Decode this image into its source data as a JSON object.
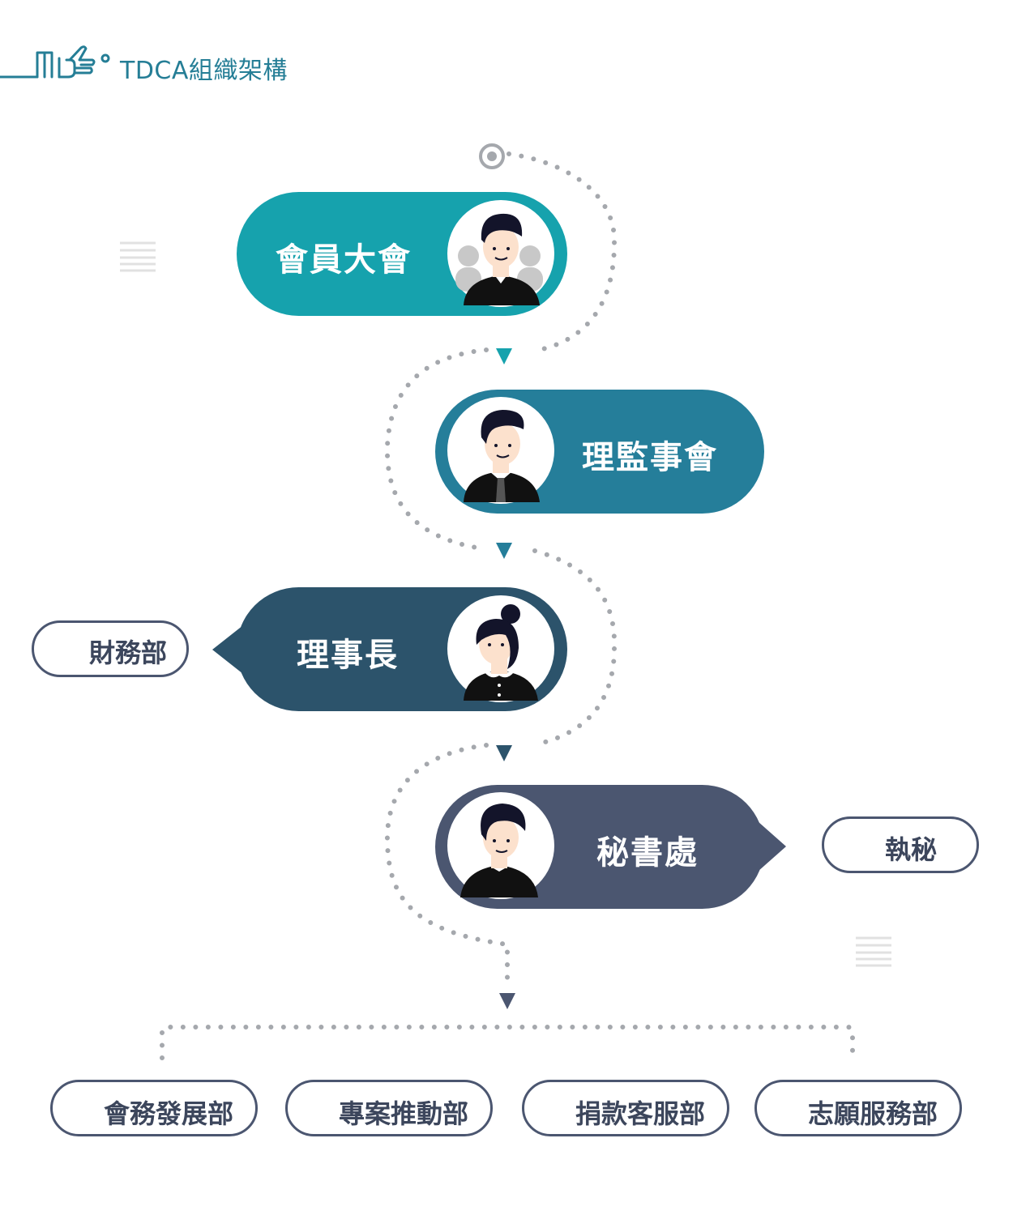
{
  "header": {
    "title": "TDCA組織架構"
  },
  "nodes": [
    {
      "id": "general-assembly",
      "label": "會員大會",
      "color": "#16a2ad"
    },
    {
      "id": "board",
      "label": "理監事會",
      "color": "#257e9a"
    },
    {
      "id": "chairman",
      "label": "理事長",
      "color": "#2c536b"
    },
    {
      "id": "secretariat",
      "label": "秘書處",
      "color": "#4b5670"
    }
  ],
  "side_units": [
    {
      "id": "finance",
      "label": "財務部",
      "icon": "coins-stack-icon"
    },
    {
      "id": "executive-secretary",
      "label": "執秘",
      "icon": "person-outline-icon"
    }
  ],
  "departments": [
    {
      "id": "membership",
      "label": "會務發展部",
      "icon": "org-chart-clipboard-icon"
    },
    {
      "id": "projects",
      "label": "專案推動部",
      "icon": "growth-chart-icon"
    },
    {
      "id": "donation",
      "label": "捐款客服部",
      "icon": "headset-icon"
    },
    {
      "id": "volunteer",
      "label": "志願服務部",
      "icon": "handshake-heart-icon"
    }
  ],
  "colors": {
    "header": "#257e96",
    "dots": "#a5a8ad",
    "pill_border": "#4b5670",
    "pill_text": "#3c465c",
    "skin": "#fce1cd",
    "hair": "#13142a",
    "shirt": "#111111",
    "decor_lines": "#e1e1e1"
  }
}
